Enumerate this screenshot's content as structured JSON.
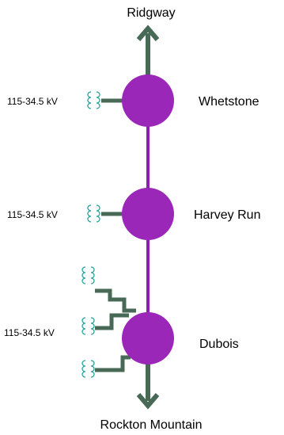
{
  "diagram": {
    "top_label": "Ridgway",
    "bottom_label": "Rockton Mountain",
    "substations": [
      {
        "name": "Whetstone",
        "transformer_label": "115-34.5 kV"
      },
      {
        "name": "Harvey Run",
        "transformer_label": "115-34.5 kV"
      },
      {
        "name": "Dubois",
        "transformer_label": "115-34.5 kV"
      }
    ],
    "colors": {
      "bus_node": "#9b27b9",
      "transmission_line": "#8e1fb1",
      "feeder": "#476955",
      "transformer_coil": "#2aa59c",
      "text": "#000000"
    }
  }
}
